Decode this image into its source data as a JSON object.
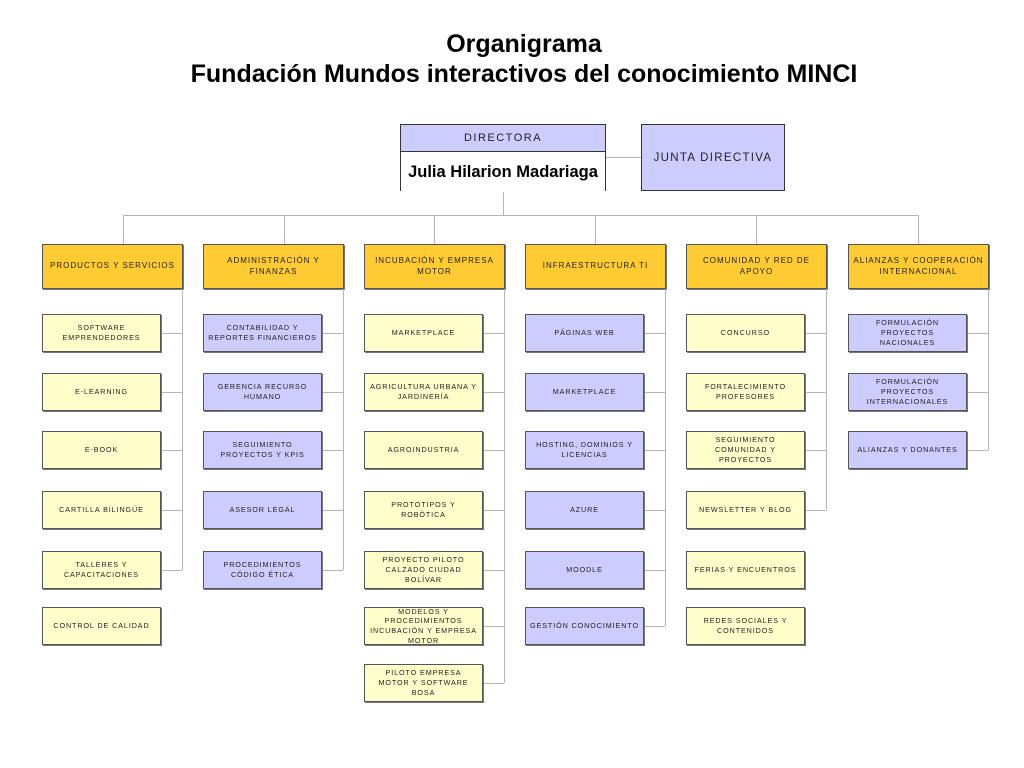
{
  "title": {
    "line1": "Organigrama",
    "line2": "Fundación Mundos interactivos del conocimiento MINCI"
  },
  "director": {
    "label": "DIRECTORA",
    "name": "Julia Hilarion Madariaga"
  },
  "board": {
    "label": "JUNTA DIRECTIVA"
  },
  "colors": {
    "header": "#FFCB33",
    "yellow": "#FFFFCC",
    "purple": "#CCCCFF"
  },
  "departments": [
    {
      "name": "PRODUCTOS Y SERVICIOS",
      "style": "yellow",
      "items": [
        "SOFTWARE EMPRENDEDORES",
        "E-LEARNING",
        "E-BOOK",
        "CARTILLA BILINGÜE",
        "TALLERES Y CAPACITACIONES",
        "CONTROL DE CALIDAD"
      ]
    },
    {
      "name": "ADMINISTRACIÓN Y FINANZAS",
      "style": "purple",
      "items": [
        "CONTABILIDAD Y REPORTES FINANCIEROS",
        "GERENCIA RECURSO HUMANO",
        "SEGUIMIENTO PROYECTOS Y KPIS",
        "ASESOR LEGAL",
        "PROCEDIMIENTOS CÓDIGO ÉTICA"
      ]
    },
    {
      "name": "INCUBACIÓN Y EMPRESA MOTOR",
      "style": "yellow",
      "items": [
        "MARKETPLACE",
        "AGRICULTURA URBANA Y JARDINERÍA",
        "AGROINDUSTRIA",
        "PROTOTIPOS Y ROBÓTICA",
        "PROYECTO PILOTO CALZADO CIUDAD BOLÍVAR",
        "MODELOS Y PROCEDIMIENTOS INCUBACIÓN Y EMPRESA MOTOR",
        "PILOTO EMPRESA MOTOR Y SOFTWARE BOSA"
      ]
    },
    {
      "name": "INFRAESTRUCTURA TI",
      "style": "purple",
      "items": [
        "PÁGINAS WEB",
        "MARKETPLACE",
        "HOSTING, DOMINIOS Y LICENCIAS",
        "AZURE",
        "MOODLE",
        "GESTIÓN CONOCIMIENTO"
      ]
    },
    {
      "name": "COMUNIDAD Y RED DE APOYO",
      "style": "yellow",
      "items": [
        "CONCURSO",
        "FORTALECIMIENTO PROFESORES",
        "SEGUIMIENTO COMUNIDAD Y PROYECTOS",
        "NEWSLETTER Y BLOG",
        "FERIAS Y ENCUENTROS",
        "REDES SOCIALES Y CONTENIDOS"
      ]
    },
    {
      "name": "ALIANZAS Y COOPERACIÓN INTERNACIONAL",
      "style": "purple",
      "items": [
        "FORMULACIÓN PROYECTOS NACIONALES",
        "FORMULACIÓN PROYECTOS INTERNACIONALES",
        "ALIANZAS Y DONANTES"
      ]
    }
  ]
}
